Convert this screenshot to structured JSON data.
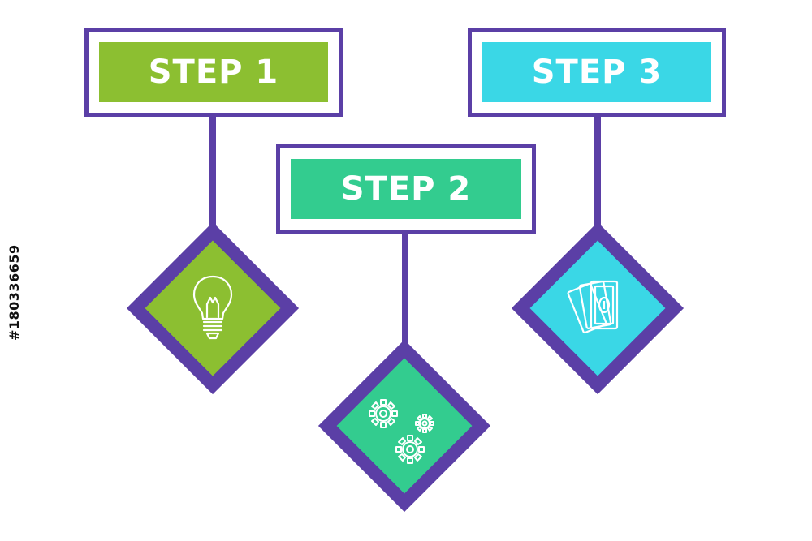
{
  "steps": [
    {
      "label": "STEP 1",
      "color": "#8cbf31",
      "icon": "lightbulb-icon"
    },
    {
      "label": "STEP 2",
      "color": "#33cc8f",
      "icon": "gears-icon"
    },
    {
      "label": "STEP 3",
      "color": "#3ad7e6",
      "icon": "money-bills-icon"
    }
  ],
  "connector_color": "#5b3fa6",
  "stock_id": "#180336659"
}
